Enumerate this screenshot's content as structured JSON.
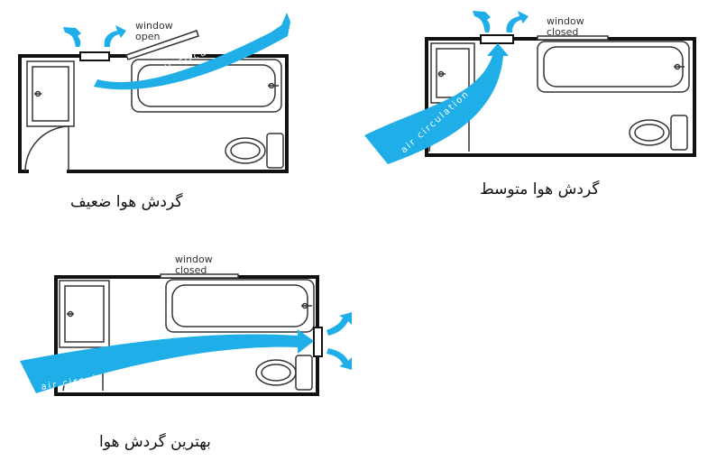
{
  "colors": {
    "airflow": "#1faee8",
    "wall": "#111111",
    "fixture": "#333333"
  },
  "panels": [
    {
      "id": "weak",
      "caption": "گردش هوا ضعیف",
      "window_line1": "window",
      "window_line2": "open",
      "air_label": "air circulation"
    },
    {
      "id": "medium",
      "caption": "گردش هوا متوسط",
      "window_line1": "window",
      "window_line2": "closed",
      "air_label": "air circulation"
    },
    {
      "id": "best",
      "caption": "بهترین گردش هوا",
      "window_line1": "window",
      "window_line2": "closed",
      "air_label": "air circulation"
    }
  ],
  "icons": [
    "airflow-arrow-icon",
    "exhaust-fan-icon",
    "bathtub-icon",
    "toilet-icon",
    "shower-icon",
    "door-swing-icon"
  ]
}
